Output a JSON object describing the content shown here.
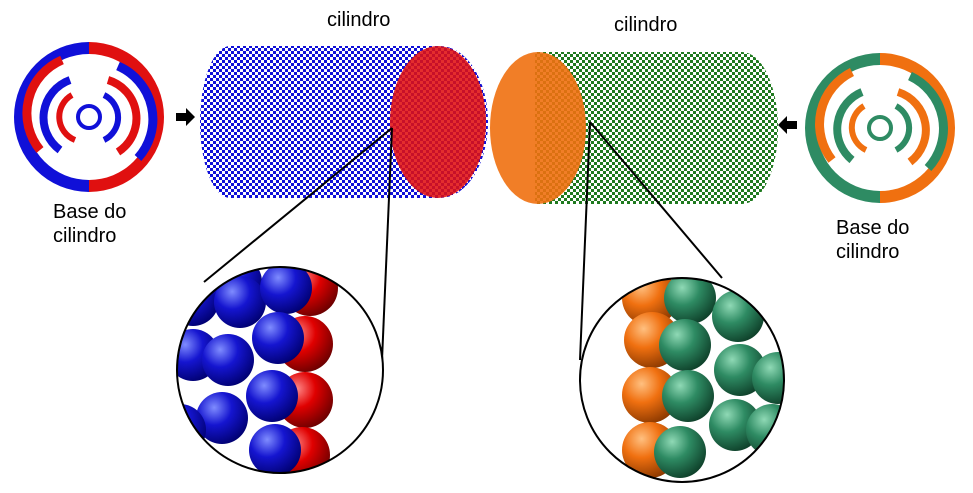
{
  "labels": {
    "cylinder_left_title": "cilindro",
    "cylinder_right_title": "cilindro",
    "base_left": [
      "Base do",
      "cilindro"
    ],
    "base_right": [
      "Base do",
      "cilindro"
    ]
  },
  "colors": {
    "blue": "#1010d8",
    "red": "#e01010",
    "green": "#1f7a1f",
    "teal": "#2e8b63",
    "orange": "#f07010",
    "line": "#000000"
  },
  "icons": [
    "arrow-right-icon",
    "arrow-left-icon"
  ]
}
